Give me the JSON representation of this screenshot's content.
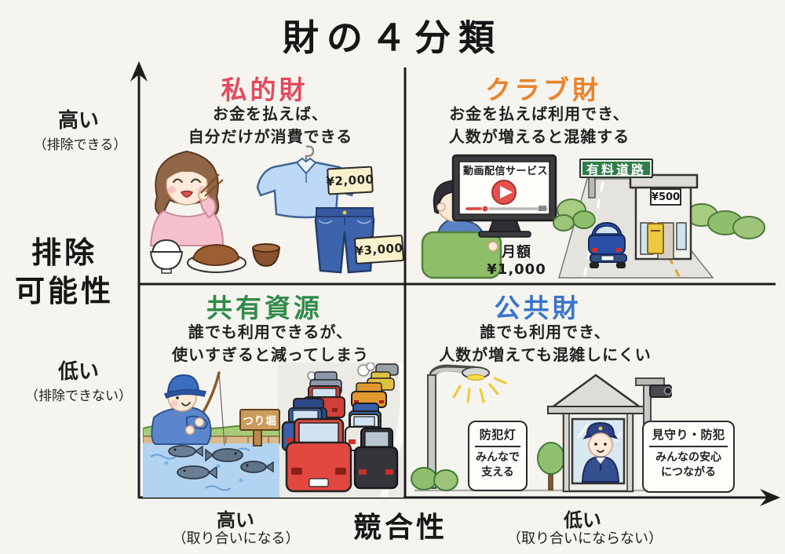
{
  "title": "財の４分類",
  "colors": {
    "private": "#e24a5e",
    "club": "#e8832c",
    "common": "#2f8b4a",
    "public": "#3a75cc",
    "ink": "#1f1f1f"
  },
  "y_axis": {
    "title_line1": "排除",
    "title_line2": "可能性",
    "high_label": "高い",
    "high_note": "（排除できる）",
    "low_label": "低い",
    "low_note": "（排除できない）"
  },
  "x_axis": {
    "title": "競合性",
    "high_label": "高い",
    "high_note": "（取り合いになる）",
    "low_label": "低い",
    "low_note": "（取り合いにならない）"
  },
  "quadrants": {
    "private": {
      "name": "私的財",
      "desc_line1": "お金を払えば、",
      "desc_line2": "自分だけが消費できる",
      "shirt_price": "¥2,000",
      "jeans_price": "¥3,000"
    },
    "club": {
      "name": "クラブ財",
      "desc_line1": "お金を払えば利用でき、",
      "desc_line2": "人数が増えると混雑する",
      "screen_title": "動画配信サービス",
      "monthly_fee": "月額 ¥1,000",
      "toll_sign": "有料道路",
      "toll_price": "¥500"
    },
    "common": {
      "name": "共有資源",
      "desc_line1": "誰でも利用できるが、",
      "desc_line2": "使いすぎると減ってしまう",
      "pond_sign": "つり堀"
    },
    "public": {
      "name": "公共財",
      "desc_line1": "誰でも利用でき、",
      "desc_line2": "人数が増えても混雑しにくい",
      "lamp_box_title": "防犯灯",
      "lamp_box_line1": "みんなで",
      "lamp_box_line2": "支える",
      "guard_box_title": "見守り・防犯",
      "guard_box_line1": "みんなの安心",
      "guard_box_line2": "につながる"
    }
  }
}
